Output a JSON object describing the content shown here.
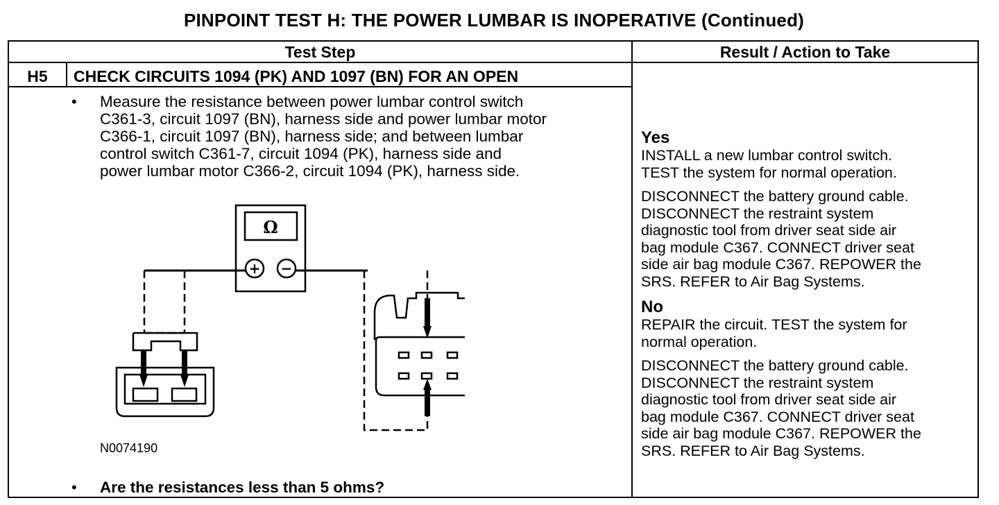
{
  "title": "PINPOINT TEST  H: THE POWER LUMBAR IS INOPERATIVE (Continued)",
  "header": {
    "test_step": "Test Step",
    "result_action": "Result / Action to Take"
  },
  "step": {
    "id": "H5",
    "title": "CHECK CIRCUITS 1094 (PK) AND 1097 (BN) FOR AN OPEN",
    "bullet": "•",
    "instruction": "Measure the resistance between power lumbar control switch\nC361-3, circuit 1097 (BN), harness side and power lumbar motor\nC366-1, circuit 1097 (BN), harness side; and between lumbar\ncontrol switch C361-7, circuit 1094 (PK), harness side and\npower lumbar motor C366-2, circuit 1094 (PK), harness side.",
    "figure_id": "N0074190",
    "question": "Are the resistances less than 5 ohms?"
  },
  "diagram": {
    "meter_symbol": "Ω",
    "plus": "+",
    "minus": "−"
  },
  "results": {
    "yes": {
      "label": "Yes",
      "text1": "INSTALL a new lumbar control switch.\nTEST the system for normal operation.",
      "text2": "DISCONNECT the battery ground cable.\nDISCONNECT the restraint system\ndiagnostic tool from driver seat side air\nbag module C367. CONNECT driver seat\nside air bag module C367. REPOWER the\nSRS. REFER to Air Bag Systems."
    },
    "no": {
      "label": "No",
      "text1": "REPAIR the circuit. TEST the system for\nnormal operation.",
      "text2": "DISCONNECT the battery ground cable.\nDISCONNECT the restraint system\ndiagnostic tool from driver seat side air\nbag module C367. CONNECT driver seat\nside air bag module C367. REPOWER the\nSRS. REFER to Air Bag Systems."
    }
  }
}
